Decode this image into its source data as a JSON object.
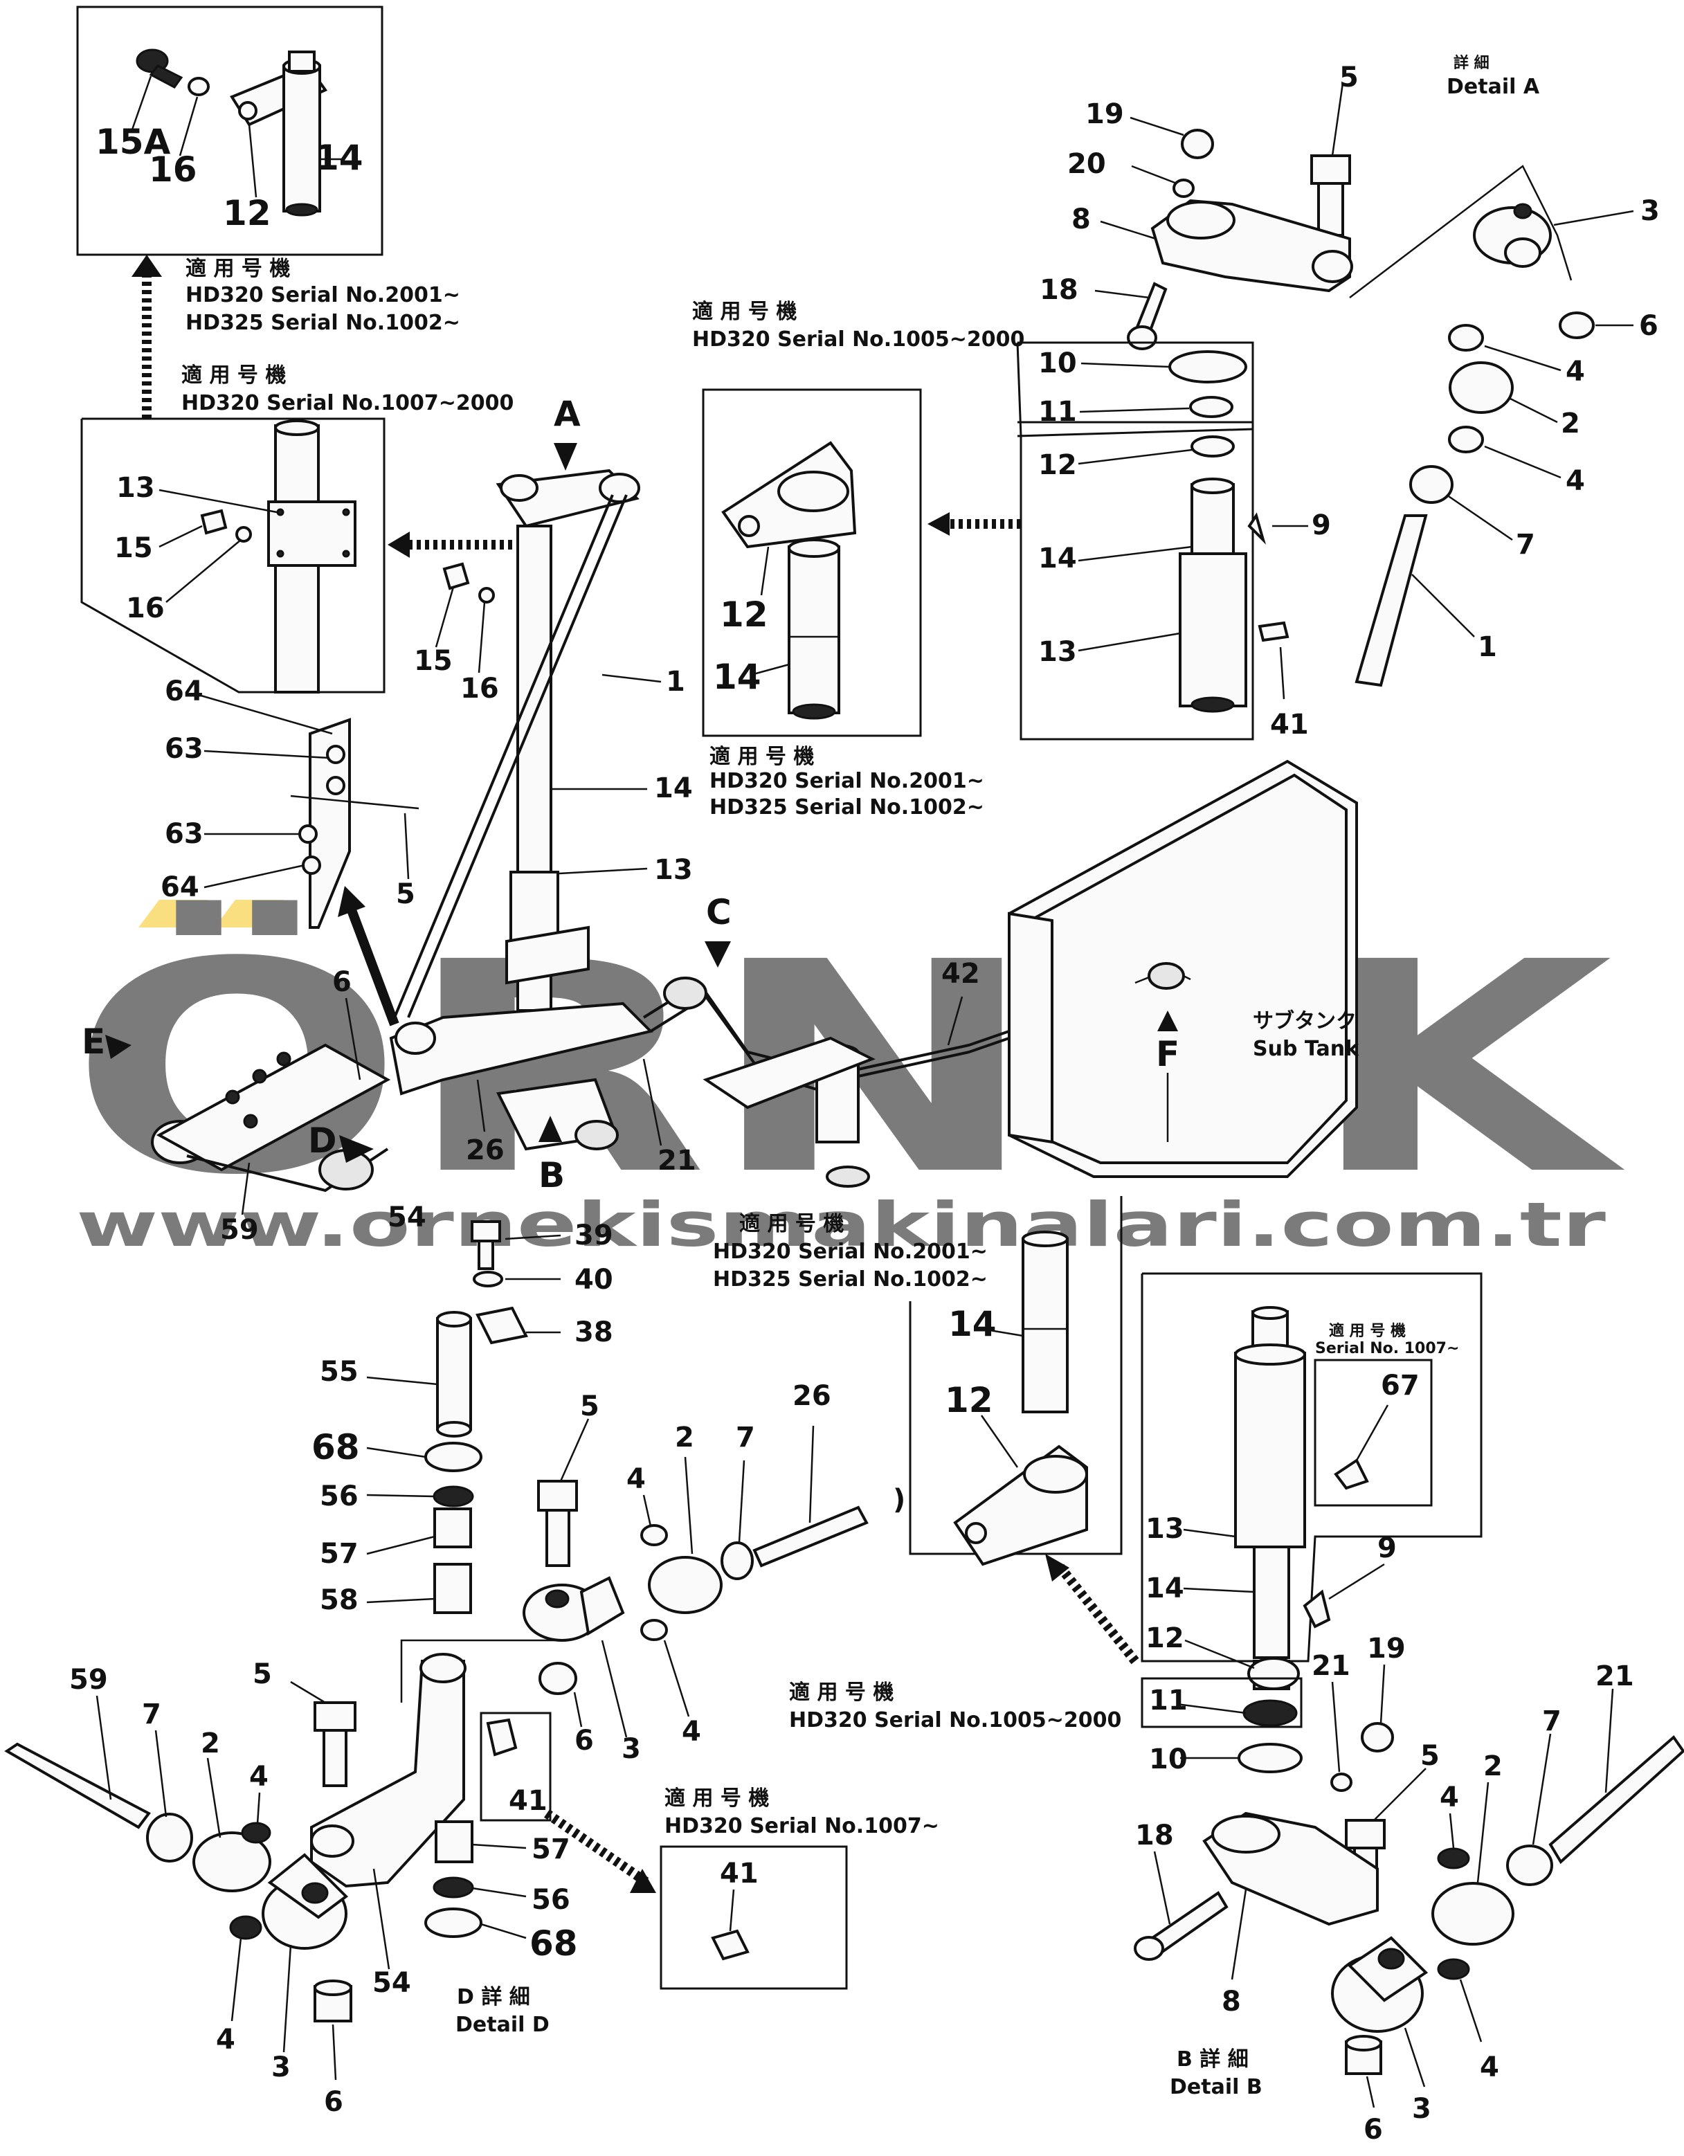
{
  "labels": {
    "detA_top": "詳 細",
    "detA": "Detail  A",
    "detB_top": "B 詳 細",
    "detB": "Detail  B",
    "detD_top": "D 詳 細",
    "detD": "Detail  D",
    "subtank_jp": "サブタンク",
    "subtank_en": "Sub Tank",
    "marker_a": "A",
    "marker_b": "B",
    "marker_c": "C",
    "marker_d": "D",
    "marker_e": "E",
    "marker_f": "F"
  },
  "applicability": {
    "jp": "適 用 号 機",
    "hd320_2001": "HD320 Serial No.2001~",
    "hd325_1002": "HD325 Serial No.1002~",
    "hd320_1007_2000": "HD320 Serial No.1007~2000",
    "hd320_1005_2000": "HD320 Serial No.1005~2000",
    "hd320_1007": "HD320 Serial No.1007~",
    "small_jp": "適 用 号 機",
    "small_serial": "Serial No. 1007~"
  },
  "watermark": {
    "brand": "ÖRNEK",
    "url": "www.ornekismakinalari.com.tr"
  },
  "callouts": {
    "n1": "1",
    "n2": "2",
    "n3": "3",
    "n4": "4",
    "n5": "5",
    "n6": "6",
    "n7": "7",
    "n8": "8",
    "n9": "9",
    "n10": "10",
    "n11": "11",
    "n12": "12",
    "n13": "13",
    "n14": "14",
    "n15": "15",
    "n15A": "15A",
    "n16": "16",
    "n18": "18",
    "n19": "19",
    "n20": "20",
    "n21": "21",
    "n26": "26",
    "n38": "38",
    "n39": "39",
    "n40": "40",
    "n41": "41",
    "n42": "42",
    "n54": "54",
    "n55": "55",
    "n56": "56",
    "n57": "57",
    "n58": "58",
    "n59": "59",
    "n63": "63",
    "n64": "64",
    "n67": "67",
    "n68": "68"
  }
}
